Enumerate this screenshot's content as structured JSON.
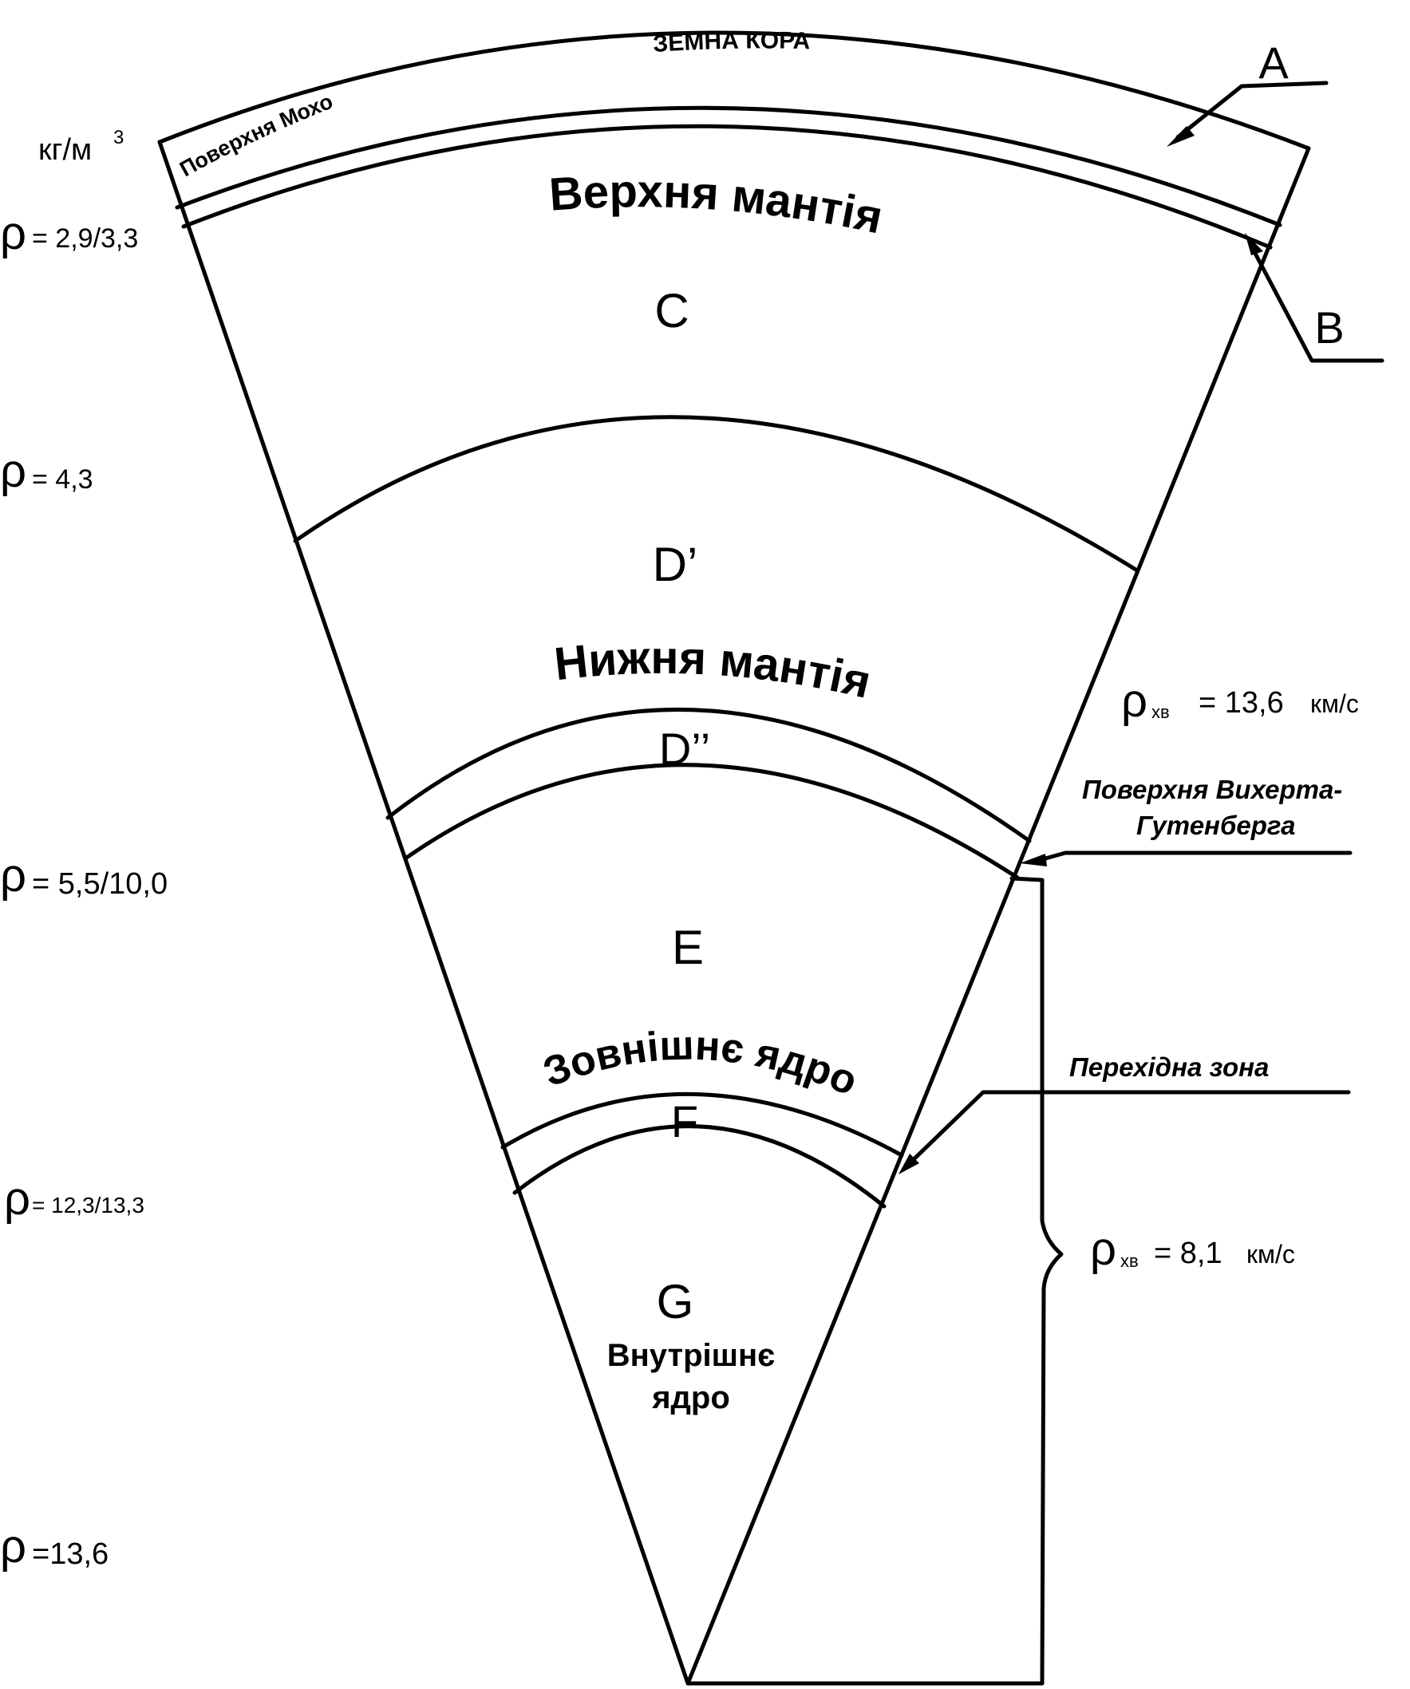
{
  "labels": {
    "crust": "ЗЕМНА   КОРА",
    "moho": "Поверхня Мохо",
    "upper_mantle": "Верхня мантія",
    "lower_mantle": "Нижня мантія",
    "outer_core": "Зовнішнє ядро",
    "inner_core_line1": "Внутрішнє",
    "inner_core_line2": "ядро",
    "wiechert_line1": "Поверхня Вихерта-",
    "wiechert_line2": "Гутенберга",
    "transition_zone": "Перехідна зона"
  },
  "zones": {
    "A": "A",
    "B": "B",
    "C": "C",
    "D1": "D’",
    "D2": "D’’",
    "E": "E",
    "F": "F",
    "G": "G"
  },
  "units": {
    "density_unit": "кг/м",
    "density_unit_sup": "3"
  },
  "density": [
    {
      "symbol": "ρ",
      "value": "= 2,9/3,3"
    },
    {
      "symbol": "ρ",
      "value": "= 4,3"
    },
    {
      "symbol": "ρ",
      "value": "= 5,5/10,0"
    },
    {
      "symbol": "ρ",
      "value": "= 12,3/13,3"
    },
    {
      "symbol": "ρ",
      "value": "=13,6"
    }
  ],
  "velocity": [
    {
      "symbol": "ρ",
      "sub": "хв",
      "value": "= 13,6",
      "unit": "км/с"
    },
    {
      "symbol": "ρ",
      "sub": "хв",
      "value": "= 8,1",
      "unit": "км/с"
    }
  ]
}
